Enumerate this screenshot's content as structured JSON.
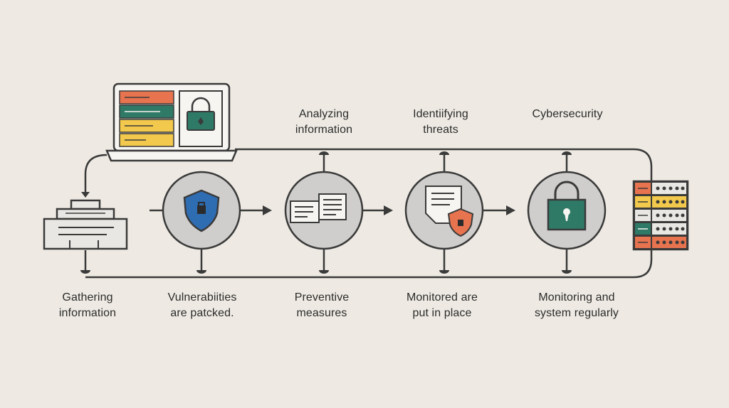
{
  "colors": {
    "background": "#eeeae3",
    "line": "#3a3a3a",
    "circle_fill": "#cfcecc",
    "orange": "#e8744f",
    "green": "#2e7a67",
    "yellow": "#f2c94c",
    "blue": "#2f6db3",
    "white": "#f7f5f1",
    "gray": "#d8d6d2"
  },
  "top_labels": [
    {
      "line1": "Analyzing",
      "line2": "information"
    },
    {
      "line1": "Identiifying",
      "line2": "threats"
    },
    {
      "line1": "Cybersecurity",
      "line2": ""
    }
  ],
  "bottom_labels": [
    {
      "line1": "Gathering",
      "line2": "information"
    },
    {
      "line1": "Vulnerabiities",
      "line2": "are patcked."
    },
    {
      "line1": "Preventive",
      "line2": "measures"
    },
    {
      "line1": "Monitored are",
      "line2": "put in place"
    },
    {
      "line1": "Monitoring and",
      "line2": "system regularly"
    }
  ],
  "icons": [
    "laptop-lock-icon",
    "database-icon",
    "shield-icon",
    "documents-icon",
    "document-shield-icon",
    "padlock-icon",
    "server-rack-icon"
  ]
}
